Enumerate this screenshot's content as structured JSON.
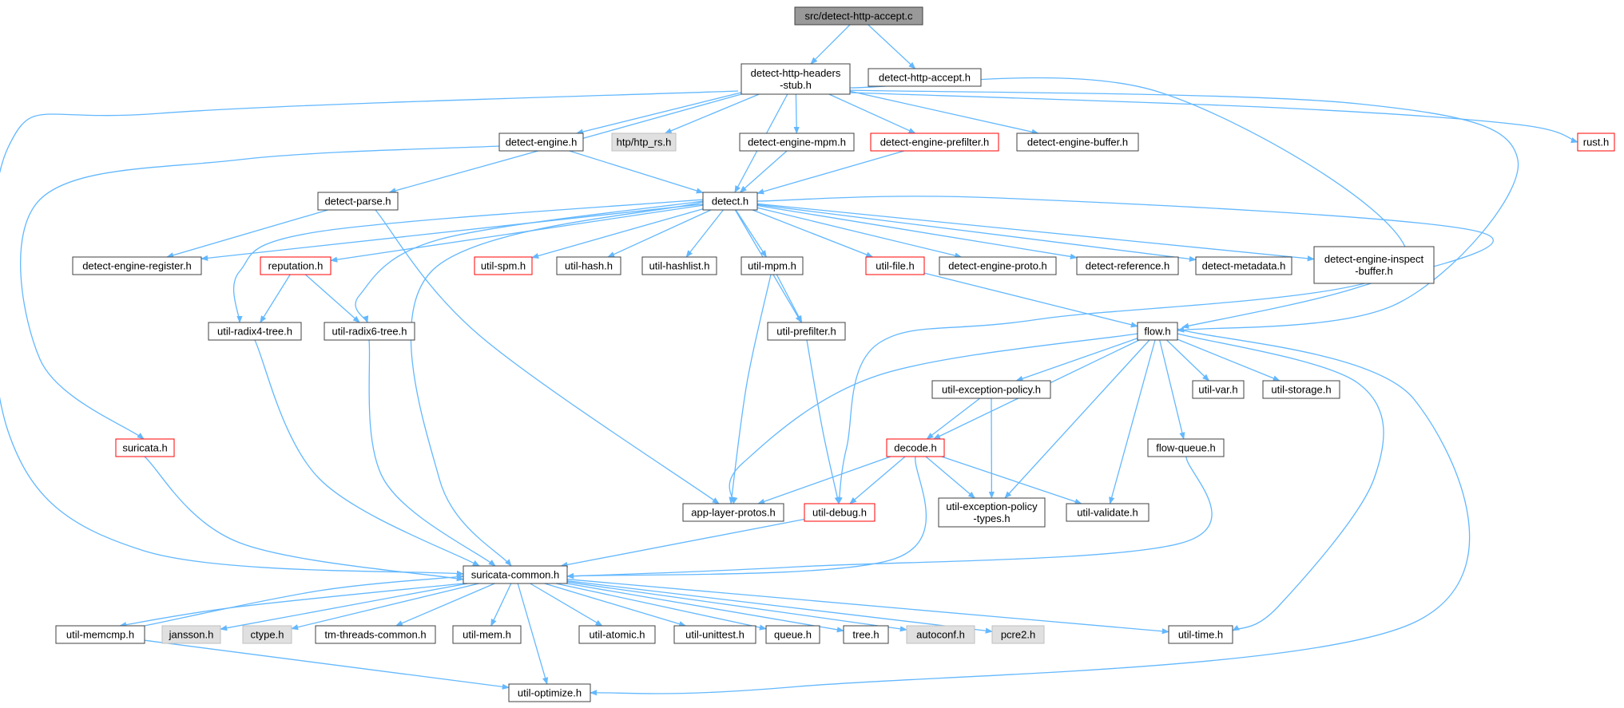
{
  "colors": {
    "edge": "#63b8ff",
    "box_border": "#404040",
    "box_fill": "#ffffff",
    "root_fill": "#999999",
    "system_fill": "#e0e0e0",
    "truncated_border": "#ff0000"
  },
  "nodes": [
    {
      "id": "root",
      "lines": [
        "src/detect-http-accept.c"
      ],
      "style": "root"
    },
    {
      "id": "stub",
      "lines": [
        "detect-http-headers",
        "-stub.h"
      ],
      "style": "normal"
    },
    {
      "id": "accept",
      "lines": [
        "detect-http-accept.h"
      ],
      "style": "normal"
    },
    {
      "id": "engine",
      "lines": [
        "detect-engine.h"
      ],
      "style": "normal"
    },
    {
      "id": "htprs",
      "lines": [
        "htp/htp_rs.h"
      ],
      "style": "system"
    },
    {
      "id": "mpmh",
      "lines": [
        "detect-engine-mpm.h"
      ],
      "style": "normal"
    },
    {
      "id": "prefilter",
      "lines": [
        "detect-engine-prefilter.h"
      ],
      "style": "truncated"
    },
    {
      "id": "buffer",
      "lines": [
        "detect-engine-buffer.h"
      ],
      "style": "normal"
    },
    {
      "id": "rust",
      "lines": [
        "rust.h"
      ],
      "style": "truncated"
    },
    {
      "id": "parse",
      "lines": [
        "detect-parse.h"
      ],
      "style": "normal"
    },
    {
      "id": "detect",
      "lines": [
        "detect.h"
      ],
      "style": "normal"
    },
    {
      "id": "register",
      "lines": [
        "detect-engine-register.h"
      ],
      "style": "normal"
    },
    {
      "id": "reputation",
      "lines": [
        "reputation.h"
      ],
      "style": "truncated"
    },
    {
      "id": "spm",
      "lines": [
        "util-spm.h"
      ],
      "style": "truncated"
    },
    {
      "id": "hash",
      "lines": [
        "util-hash.h"
      ],
      "style": "normal"
    },
    {
      "id": "hashlist",
      "lines": [
        "util-hashlist.h"
      ],
      "style": "normal"
    },
    {
      "id": "umpm",
      "lines": [
        "util-mpm.h"
      ],
      "style": "normal"
    },
    {
      "id": "file",
      "lines": [
        "util-file.h"
      ],
      "style": "truncated"
    },
    {
      "id": "proto",
      "lines": [
        "detect-engine-proto.h"
      ],
      "style": "normal"
    },
    {
      "id": "reference",
      "lines": [
        "detect-reference.h"
      ],
      "style": "normal"
    },
    {
      "id": "metadata",
      "lines": [
        "detect-metadata.h"
      ],
      "style": "normal"
    },
    {
      "id": "inspect",
      "lines": [
        "detect-engine-inspect",
        "-buffer.h"
      ],
      "style": "normal"
    },
    {
      "id": "radix4",
      "lines": [
        "util-radix4-tree.h"
      ],
      "style": "normal"
    },
    {
      "id": "radix6",
      "lines": [
        "util-radix6-tree.h"
      ],
      "style": "normal"
    },
    {
      "id": "uprefilter",
      "lines": [
        "util-prefilter.h"
      ],
      "style": "normal"
    },
    {
      "id": "flow",
      "lines": [
        "flow.h"
      ],
      "style": "normal"
    },
    {
      "id": "excpol",
      "lines": [
        "util-exception-policy.h"
      ],
      "style": "normal"
    },
    {
      "id": "uvar",
      "lines": [
        "util-var.h"
      ],
      "style": "normal"
    },
    {
      "id": "storage",
      "lines": [
        "util-storage.h"
      ],
      "style": "normal"
    },
    {
      "id": "suricata",
      "lines": [
        "suricata.h"
      ],
      "style": "truncated"
    },
    {
      "id": "decode",
      "lines": [
        "decode.h"
      ],
      "style": "truncated"
    },
    {
      "id": "flowqueue",
      "lines": [
        "flow-queue.h"
      ],
      "style": "normal"
    },
    {
      "id": "alp",
      "lines": [
        "app-layer-protos.h"
      ],
      "style": "normal"
    },
    {
      "id": "debug",
      "lines": [
        "util-debug.h"
      ],
      "style": "truncated"
    },
    {
      "id": "excpoltypes",
      "lines": [
        "util-exception-policy",
        "-types.h"
      ],
      "style": "normal"
    },
    {
      "id": "validate",
      "lines": [
        "util-validate.h"
      ],
      "style": "normal"
    },
    {
      "id": "common",
      "lines": [
        "suricata-common.h"
      ],
      "style": "normal"
    },
    {
      "id": "memcmp",
      "lines": [
        "util-memcmp.h"
      ],
      "style": "normal"
    },
    {
      "id": "jansson",
      "lines": [
        "jansson.h"
      ],
      "style": "system"
    },
    {
      "id": "ctype",
      "lines": [
        "ctype.h"
      ],
      "style": "system"
    },
    {
      "id": "tmthreads",
      "lines": [
        "tm-threads-common.h"
      ],
      "style": "normal"
    },
    {
      "id": "mem",
      "lines": [
        "util-mem.h"
      ],
      "style": "normal"
    },
    {
      "id": "atomic",
      "lines": [
        "util-atomic.h"
      ],
      "style": "normal"
    },
    {
      "id": "unittest",
      "lines": [
        "util-unittest.h"
      ],
      "style": "normal"
    },
    {
      "id": "queue",
      "lines": [
        "queue.h"
      ],
      "style": "normal"
    },
    {
      "id": "tree",
      "lines": [
        "tree.h"
      ],
      "style": "normal"
    },
    {
      "id": "autoconf",
      "lines": [
        "autoconf.h"
      ],
      "style": "system"
    },
    {
      "id": "pcre2",
      "lines": [
        "pcre2.h"
      ],
      "style": "system"
    },
    {
      "id": "time",
      "lines": [
        "util-time.h"
      ],
      "style": "normal"
    },
    {
      "id": "optimize",
      "lines": [
        "util-optimize.h"
      ],
      "style": "normal"
    }
  ],
  "edges": [
    [
      "root",
      "stub"
    ],
    [
      "root",
      "accept"
    ],
    [
      "stub",
      "engine"
    ],
    [
      "stub",
      "htprs"
    ],
    [
      "stub",
      "mpmh"
    ],
    [
      "stub",
      "prefilter"
    ],
    [
      "stub",
      "buffer"
    ],
    [
      "stub",
      "rust"
    ],
    [
      "stub",
      "parse"
    ],
    [
      "stub",
      "detect"
    ],
    [
      "stub",
      "flow"
    ],
    [
      "stub",
      "common"
    ],
    [
      "stub",
      "debug"
    ],
    [
      "engine",
      "detect"
    ],
    [
      "engine",
      "suricata"
    ],
    [
      "mpmh",
      "detect"
    ],
    [
      "prefilter",
      "detect"
    ],
    [
      "parse",
      "register"
    ],
    [
      "parse",
      "alp"
    ],
    [
      "detect",
      "register"
    ],
    [
      "detect",
      "reputation"
    ],
    [
      "detect",
      "spm"
    ],
    [
      "detect",
      "hash"
    ],
    [
      "detect",
      "hashlist"
    ],
    [
      "detect",
      "umpm"
    ],
    [
      "detect",
      "file"
    ],
    [
      "detect",
      "proto"
    ],
    [
      "detect",
      "reference"
    ],
    [
      "detect",
      "metadata"
    ],
    [
      "detect",
      "inspect"
    ],
    [
      "detect",
      "radix4"
    ],
    [
      "detect",
      "radix6"
    ],
    [
      "detect",
      "uprefilter"
    ],
    [
      "detect",
      "common"
    ],
    [
      "detect",
      "flow"
    ],
    [
      "reputation",
      "radix4"
    ],
    [
      "reputation",
      "radix6"
    ],
    [
      "umpm",
      "uprefilter"
    ],
    [
      "umpm",
      "alp"
    ],
    [
      "file",
      "flow"
    ],
    [
      "radix4",
      "common"
    ],
    [
      "radix6",
      "common"
    ],
    [
      "uprefilter",
      "debug"
    ],
    [
      "flow",
      "excpol"
    ],
    [
      "flow",
      "uvar"
    ],
    [
      "flow",
      "storage"
    ],
    [
      "flow",
      "decode"
    ],
    [
      "flow",
      "flowqueue"
    ],
    [
      "flow",
      "alp"
    ],
    [
      "flow",
      "excpoltypes"
    ],
    [
      "flow",
      "validate"
    ],
    [
      "flow",
      "time"
    ],
    [
      "flow",
      "optimize"
    ],
    [
      "excpol",
      "decode"
    ],
    [
      "excpol",
      "excpoltypes"
    ],
    [
      "decode",
      "alp"
    ],
    [
      "decode",
      "debug"
    ],
    [
      "decode",
      "excpoltypes"
    ],
    [
      "decode",
      "validate"
    ],
    [
      "decode",
      "common"
    ],
    [
      "flowqueue",
      "common"
    ],
    [
      "suricata",
      "common"
    ],
    [
      "debug",
      "common"
    ],
    [
      "common",
      "memcmp"
    ],
    [
      "common",
      "jansson"
    ],
    [
      "common",
      "ctype"
    ],
    [
      "common",
      "tmthreads"
    ],
    [
      "common",
      "mem"
    ],
    [
      "common",
      "atomic"
    ],
    [
      "common",
      "unittest"
    ],
    [
      "common",
      "queue"
    ],
    [
      "common",
      "tree"
    ],
    [
      "common",
      "autoconf"
    ],
    [
      "common",
      "pcre2"
    ],
    [
      "common",
      "time"
    ],
    [
      "common",
      "optimize"
    ],
    [
      "memcmp",
      "common"
    ],
    [
      "memcmp",
      "optimize"
    ]
  ]
}
